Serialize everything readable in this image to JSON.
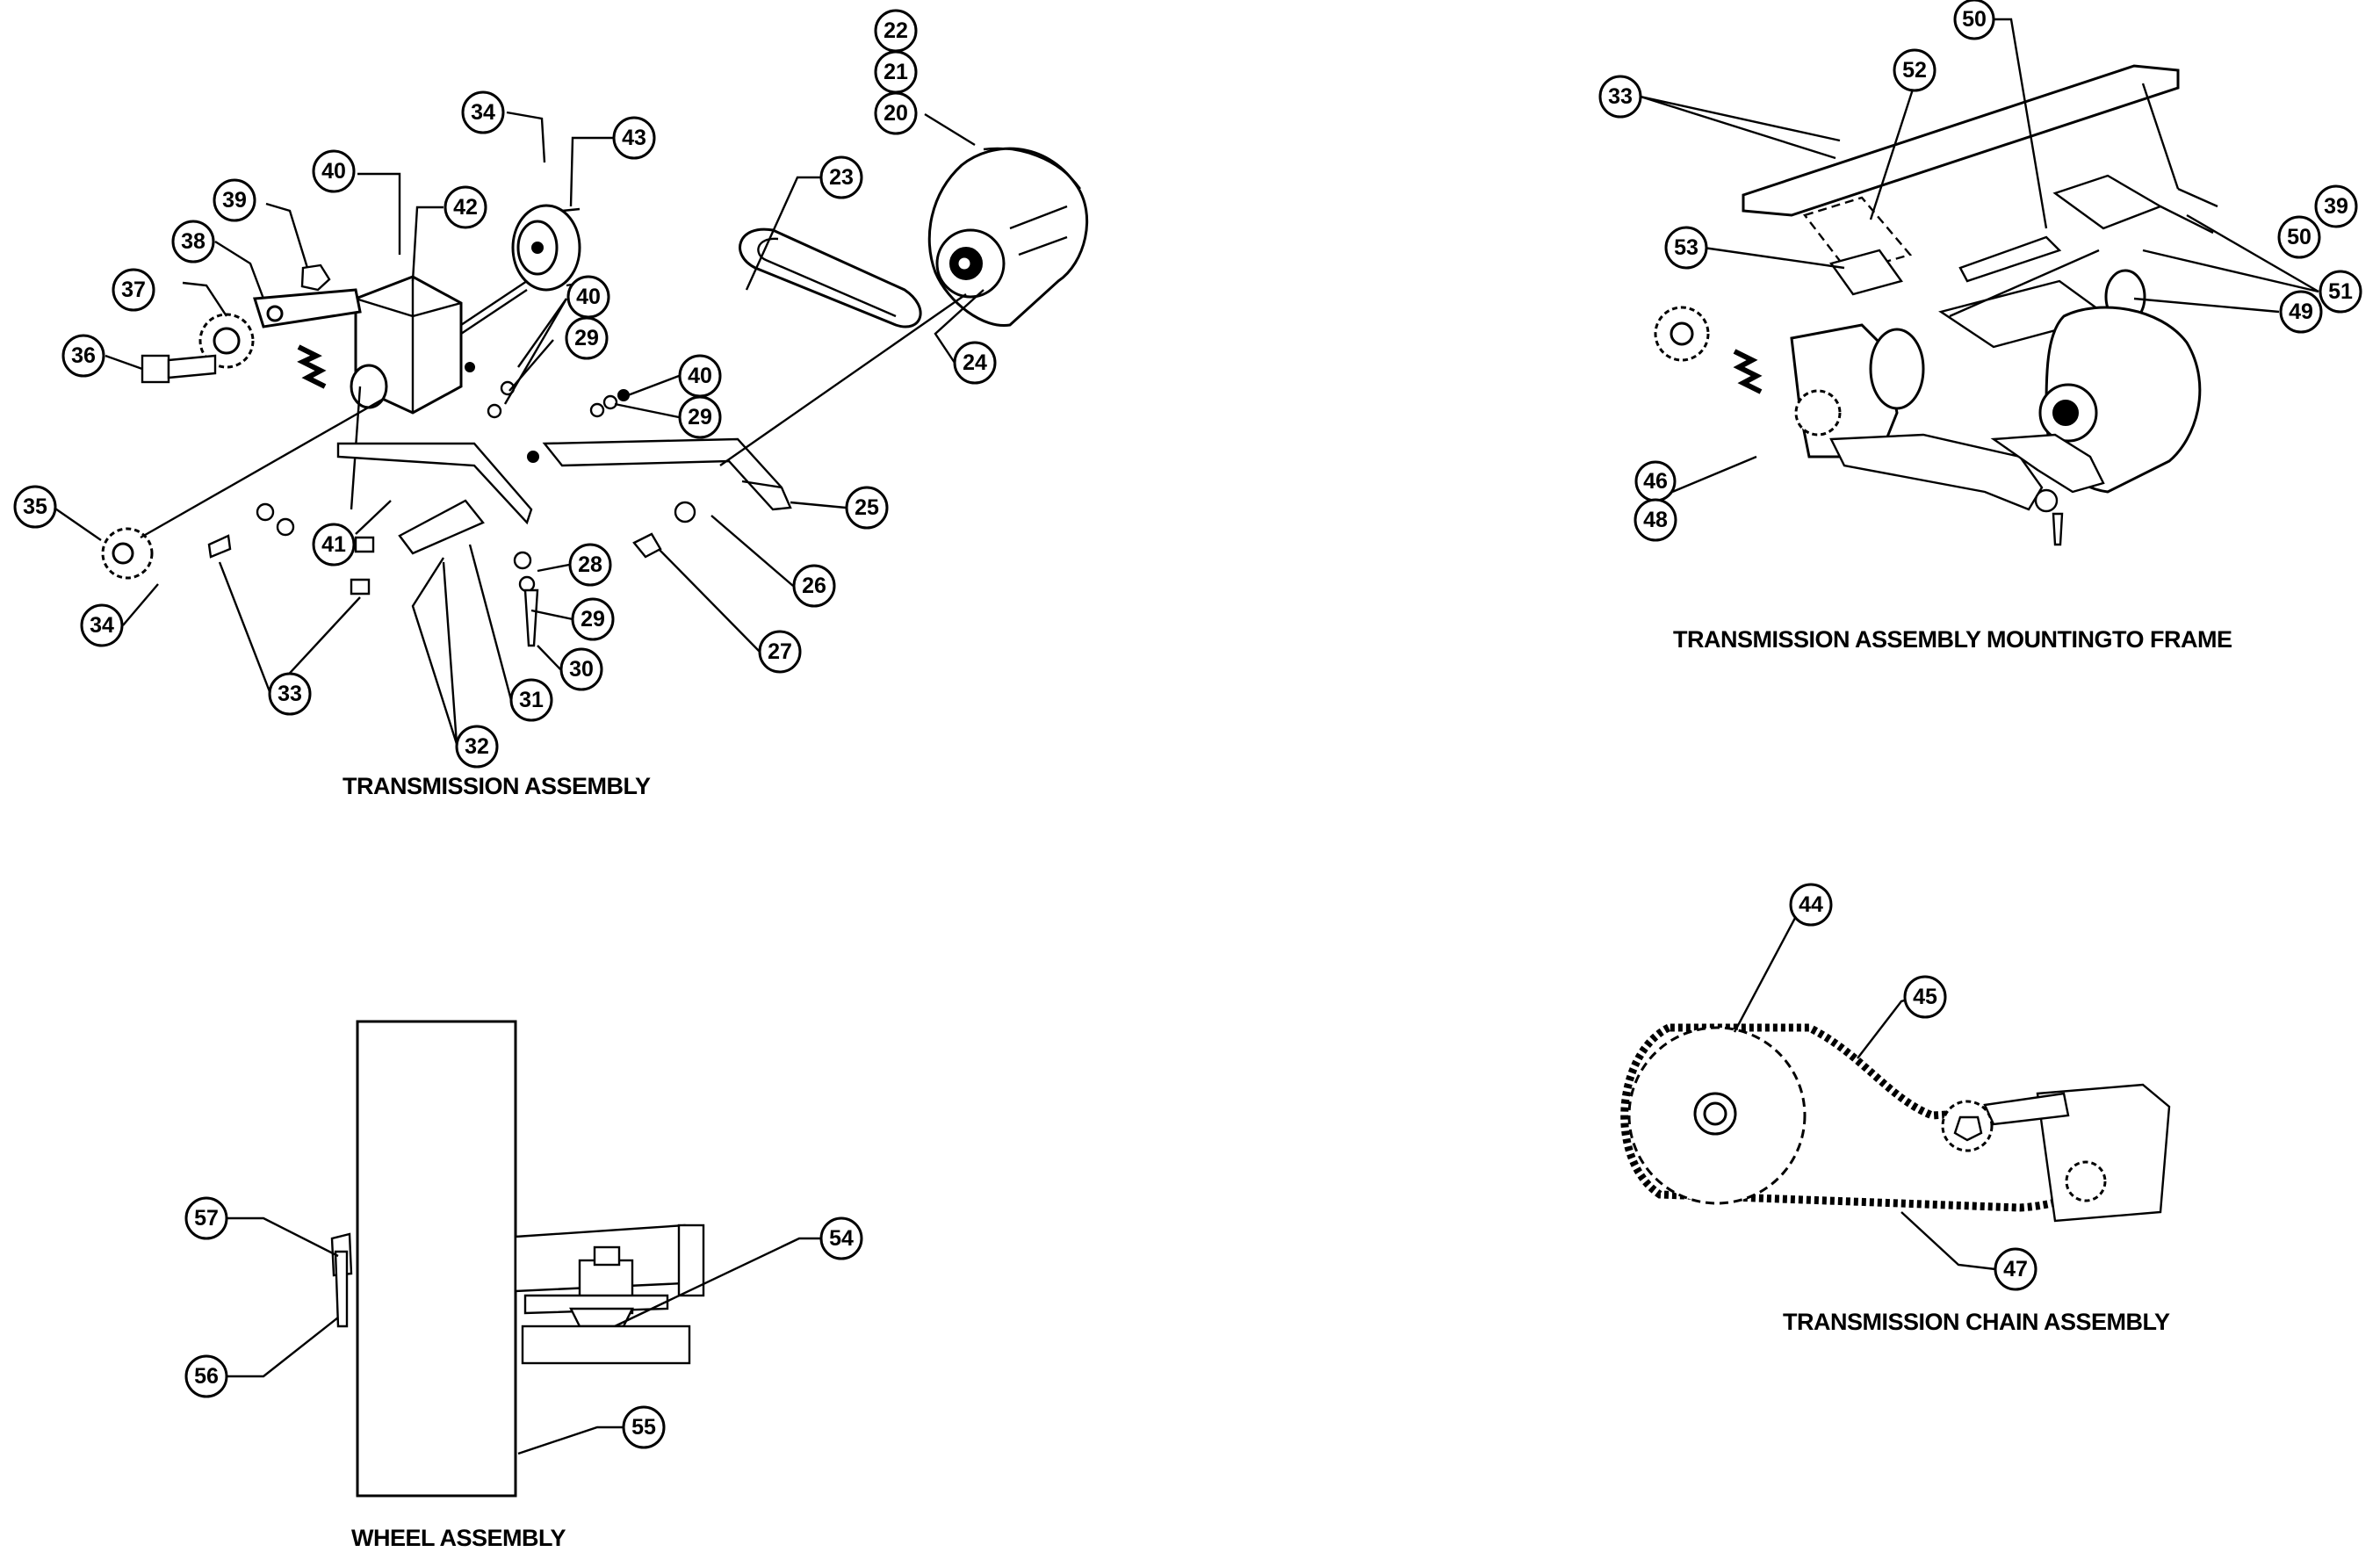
{
  "captions": {
    "transmission_assembly": "TRANSMISSION ASSEMBLY",
    "mounting_to_frame": "TRANSMISSION ASSEMBLY MOUNTINGTO FRAME",
    "chain_assembly": "TRANSMISSION CHAIN ASSEMBLY",
    "wheel_assembly": "WHEEL ASSEMBLY"
  },
  "callouts": {
    "transmission": [
      "22",
      "21",
      "20",
      "23",
      "24",
      "25",
      "26",
      "27",
      "28",
      "29",
      "30",
      "31",
      "32",
      "33",
      "34",
      "35",
      "36",
      "37",
      "38",
      "39",
      "40",
      "41",
      "42",
      "43",
      "29",
      "40",
      "34"
    ],
    "frame": [
      "50",
      "52",
      "33",
      "53",
      "39",
      "50",
      "51",
      "49",
      "46",
      "48"
    ],
    "chain": [
      "44",
      "45",
      "47"
    ],
    "wheel": [
      "57",
      "56",
      "54",
      "55"
    ]
  }
}
